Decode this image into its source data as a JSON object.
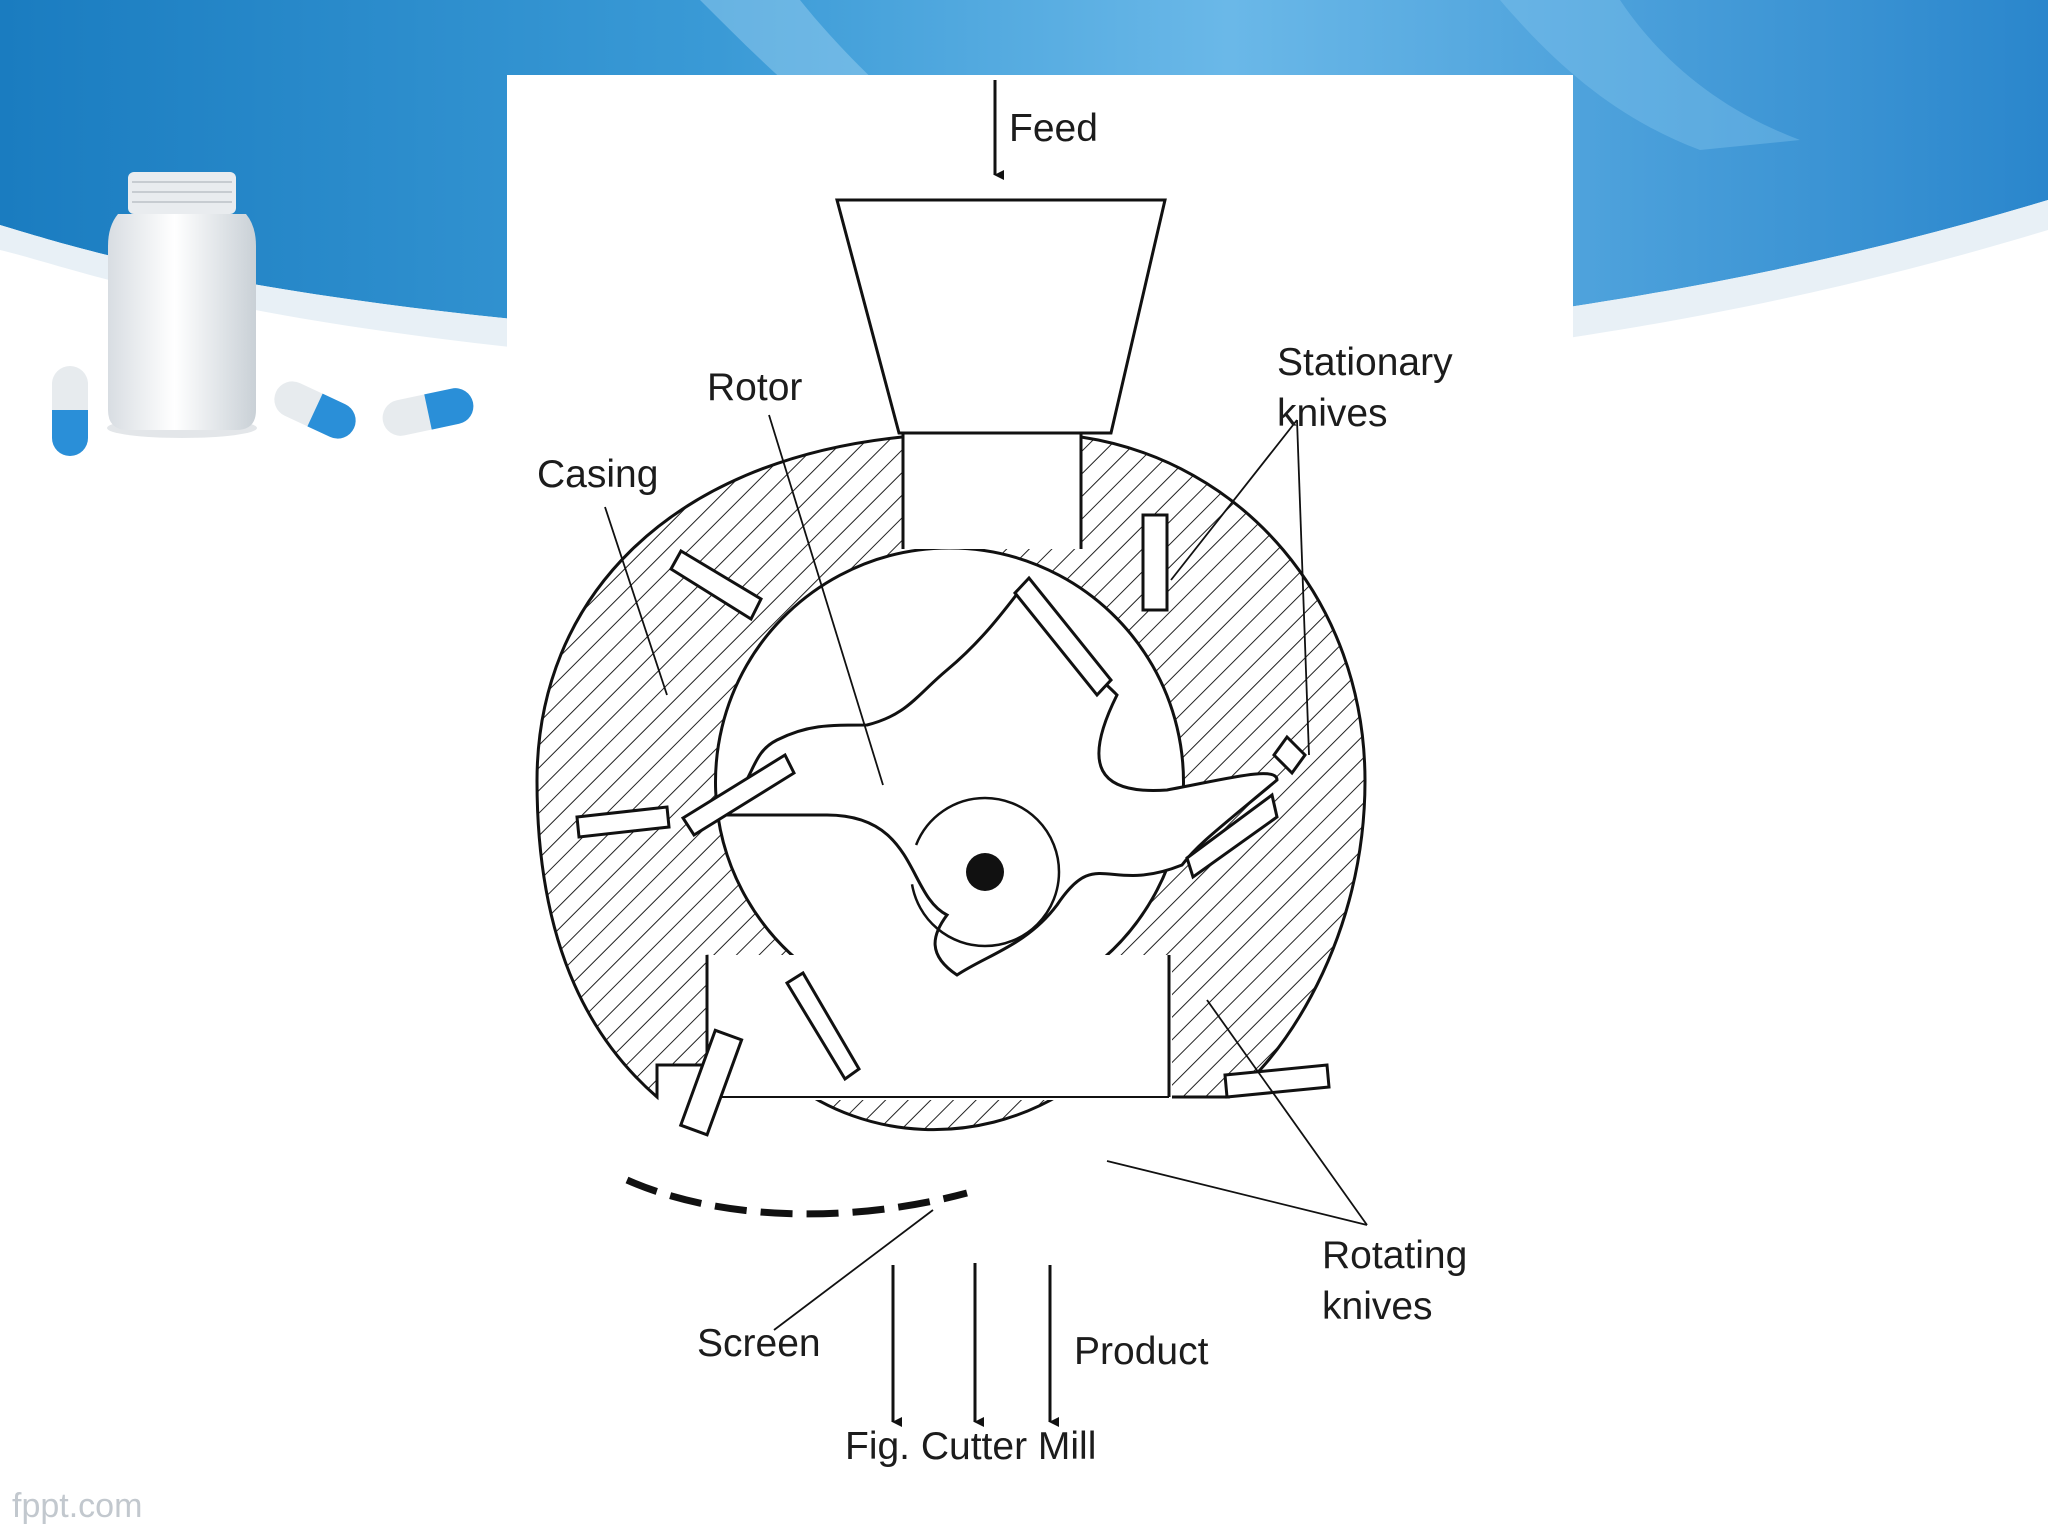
{
  "slide": {
    "footer": "fppt.com",
    "theme_colors": {
      "wave_dark": "#1e84c8",
      "wave_light": "#6bb8e6",
      "accent": "#2a8fd8"
    },
    "decorations": [
      "medicine-bottle-icon",
      "capsule-icon"
    ]
  },
  "diagram": {
    "caption": "Fig. Cutter Mill",
    "labels": {
      "feed": "Feed",
      "rotor": "Rotor",
      "casing": "Casing",
      "stationary_line1": "Stationary",
      "stationary_line2": "knives",
      "rotating_line1": "Rotating",
      "rotating_line2": "knives",
      "screen": "Screen",
      "product": "Product"
    }
  }
}
